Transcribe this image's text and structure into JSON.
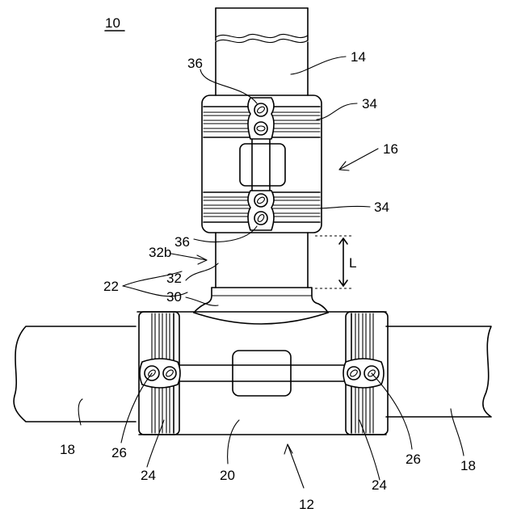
{
  "labels": {
    "fig_ref": "10",
    "upper_pipe": "14",
    "upper_band_top": "34",
    "upper_band_bottom": "34",
    "saddle_assembly": "16",
    "bolt_top": "36",
    "bolt_bottom": "36",
    "length": "L",
    "branch_end": "32b",
    "branch_pipe": "32",
    "branch_group": "22",
    "branch_base": "30",
    "main_pipe_left": "18",
    "main_pipe_right": "18",
    "bolt_left": "26",
    "bolt_right": "26",
    "band_left": "24",
    "band_right": "24",
    "tee_body": "20",
    "assembly": "12"
  }
}
